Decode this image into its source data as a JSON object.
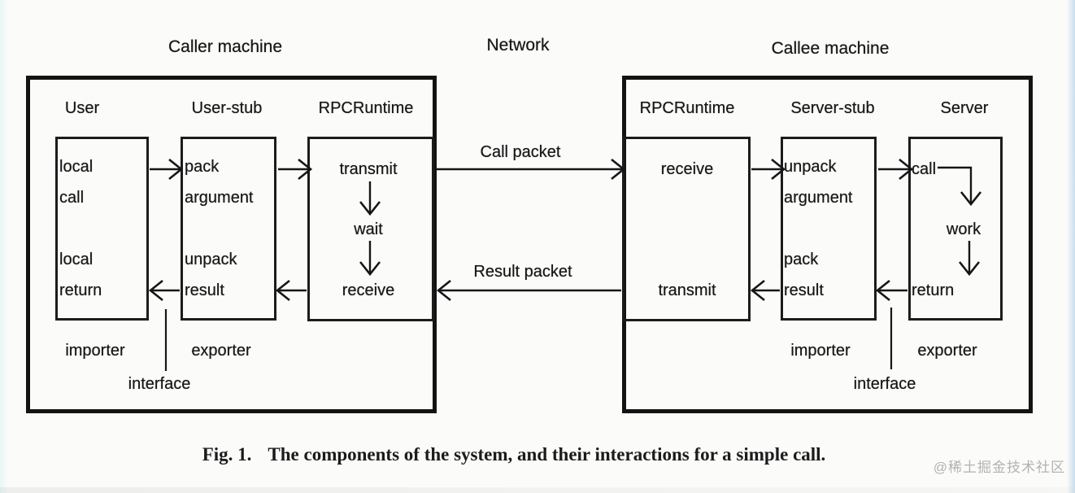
{
  "colors": {
    "ink": "#161616",
    "paper": "#fbfbfa",
    "watermark_gray": "#b2b2b2",
    "edge_blue": "#c9dcee"
  },
  "labels": {
    "network": "Network",
    "call_packet": "Call packet",
    "result_packet": "Result packet"
  },
  "caller": {
    "title": "Caller machine",
    "col_user": "User",
    "col_stub": "User-stub",
    "col_runtime": "RPCRuntime",
    "user_top": "local\ncall",
    "user_bottom": "local\nreturn",
    "stub_top": "pack\nargument",
    "stub_bottom": "unpack\nresult",
    "runtime_top": "transmit",
    "runtime_mid": "wait",
    "runtime_bottom": "receive",
    "importer": "importer",
    "exporter": "exporter",
    "interface": "interface"
  },
  "callee": {
    "title": "Callee machine",
    "col_runtime": "RPCRuntime",
    "col_stub": "Server-stub",
    "col_server": "Server",
    "runtime_top": "receive",
    "runtime_bottom": "transmit",
    "stub_top": "unpack\nargument",
    "stub_bottom": "pack\nresult",
    "server_top": "call",
    "server_mid": "work",
    "server_bottom": "return",
    "importer": "importer",
    "exporter": "exporter",
    "interface": "interface"
  },
  "caption": {
    "fig": "Fig. 1.",
    "text": "The components of the system, and their interactions for a simple call."
  },
  "watermark": "@稀土掘金技术社区"
}
